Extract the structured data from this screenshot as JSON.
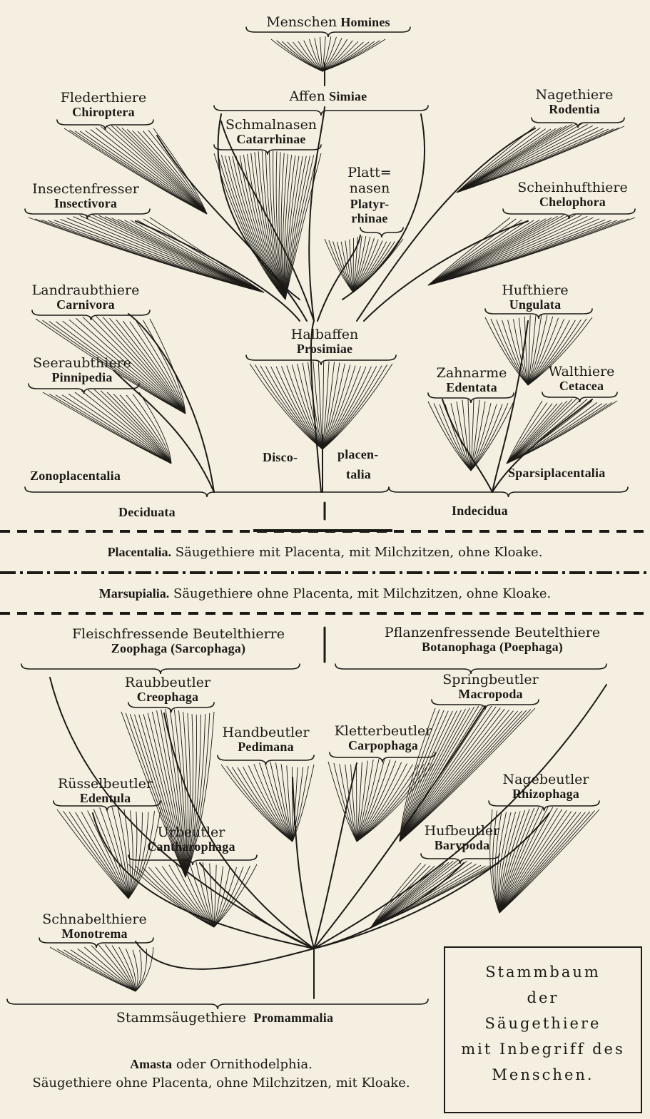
{
  "colors": {
    "ink": "#1c1a16",
    "paper": "#f4efe1"
  },
  "placental_tree": {
    "homines": {
      "de": "Menschen",
      "la": "Homines"
    },
    "simiae": {
      "de": "Affen",
      "la": "Simiae"
    },
    "catarrhinae": {
      "de": "Schmalnasen",
      "la": "Catarrhinae"
    },
    "platyrrhinae": {
      "de1": "Platt=",
      "de2": "nasen",
      "la1": "Platyr-",
      "la2": "rhinae"
    },
    "chiroptera": {
      "de": "Flederthiere",
      "la": "Chiroptera"
    },
    "insectivora": {
      "de": "Insectenfresser",
      "la": "Insectivora"
    },
    "carnivora": {
      "de": "Landraubthiere",
      "la": "Carnivora"
    },
    "pinnipedia": {
      "de": "Seeraubthiere",
      "la": "Pinnipedia"
    },
    "prosimiae": {
      "de": "Halbaffen",
      "la": "Prosimiae"
    },
    "rodentia": {
      "de": "Nagethiere",
      "la": "Rodentia"
    },
    "chelophora": {
      "de": "Scheinhufthiere",
      "la": "Chelophora"
    },
    "ungulata": {
      "de": "Hufthiere",
      "la": "Ungulata"
    },
    "edentata": {
      "de": "Zahnarme",
      "la": "Edentata"
    },
    "cetacea": {
      "de": "Walthiere",
      "la": "Cetacea"
    },
    "zonoplacentalia": "Zonoplacentalia",
    "disco": "Disco-",
    "placen": "placen-",
    "talia": "talia",
    "sparsiplacentalia": "Sparsiplacentalia",
    "deciduata": "Deciduata",
    "indecidua": "Indecidua"
  },
  "placentalia_row": {
    "name": "Placentalia.",
    "text": "Säugethiere mit Placenta, mit Milchzitzen, ohne Kloake."
  },
  "marsupialia_row": {
    "name": "Marsupialia.",
    "text": "Säugethiere ohne Placenta, mit Milchzitzen, ohne Kloake."
  },
  "marsupial_tree": {
    "zoophaga": {
      "de": "Fleischfressende Beutelthierre",
      "la": "Zoophaga (Sarcophaga)"
    },
    "botanophaga": {
      "de": "Pflanzenfressende Beutelthiere",
      "la": "Botanophaga (Poephaga)"
    },
    "creophaga": {
      "de": "Raubbeutler",
      "la": "Creophaga"
    },
    "pedimana": {
      "de": "Handbeutler",
      "la": "Pedimana"
    },
    "edentula": {
      "de": "Rüsselbeutler",
      "la": "Edentula"
    },
    "cantharophaga": {
      "de": "Urbeutler",
      "la": "Cantharophaga"
    },
    "macropoda": {
      "de": "Springbeutler",
      "la": "Macropoda"
    },
    "carpophaga": {
      "de": "Kletterbeutler",
      "la": "Carpophaga"
    },
    "rhizophaga": {
      "de": "Nagebeutler",
      "la": "Rhizophaga"
    },
    "barypoda": {
      "de": "Hufbeutler",
      "la": "Barypoda"
    },
    "monotrema": {
      "de": "Schnabelthiere",
      "la": "Monotrema"
    },
    "promammalia": {
      "de": "Stammsäugethiere",
      "la": "Promammalia"
    }
  },
  "amasta": {
    "name": "Amasta",
    "connector": "oder",
    "alt": "Ornithodelphia.",
    "desc": "Säugethiere ohne Placenta, ohne Milchzitzen, mit Kloake."
  },
  "title_box": {
    "line1": "Stammbaum",
    "line2": "der",
    "line3": "Säugethiere",
    "line4": "mit Inbegriff des",
    "line5": "Menschen."
  }
}
